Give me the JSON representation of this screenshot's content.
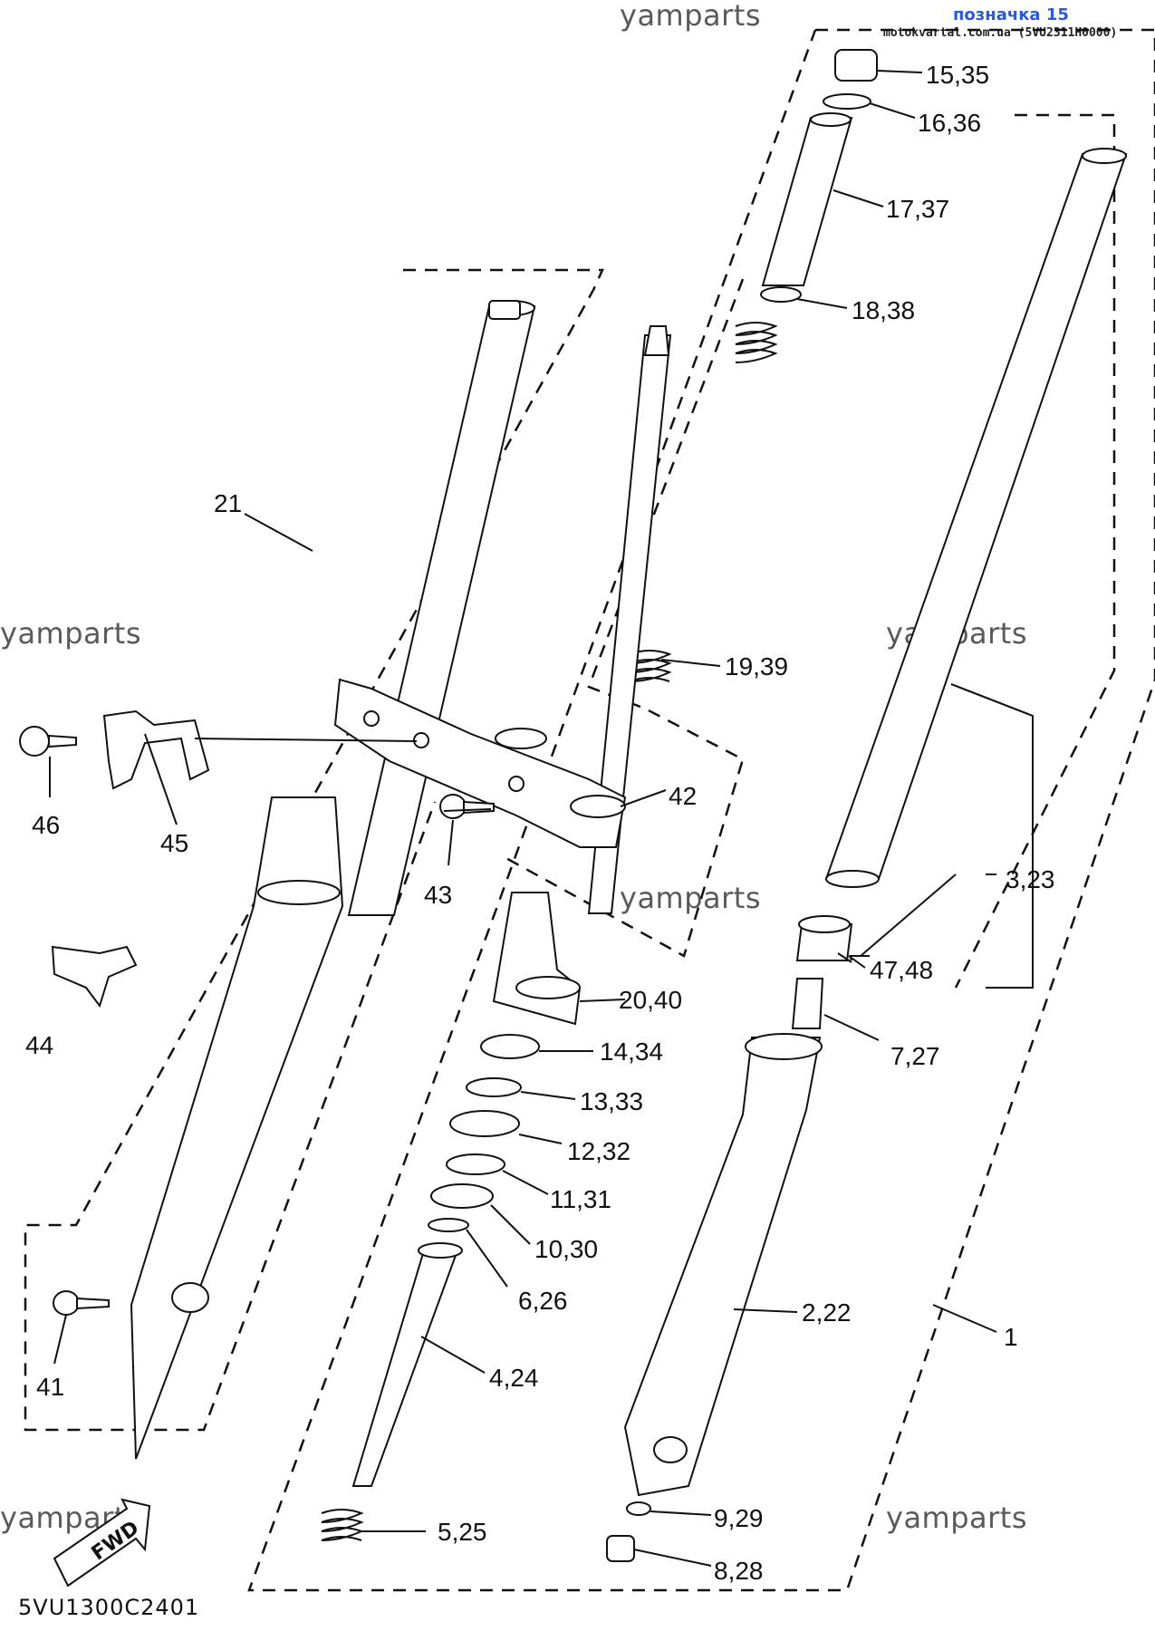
{
  "header": {
    "tag": "позначка 15",
    "source": "motokvartal.com.ua (5VU2311H0000)"
  },
  "watermarks": [
    "yamparts",
    "yamparts",
    "yamparts",
    "yamparts",
    "yamparts",
    "yamparts"
  ],
  "drawing_code": "5VU1300C2401",
  "fwd": "FWD",
  "callouts": [
    "15,35",
    "16,36",
    "17,37",
    "18,38",
    "19,39",
    "21",
    "42",
    "43",
    "46",
    "45",
    "44",
    "3,23",
    "47,48",
    "20,40",
    "7,27",
    "14,34",
    "13,33",
    "12,32",
    "11,31",
    "10,30",
    "6,26",
    "2,22",
    "1",
    "41",
    "4,24",
    "5,25",
    "9,29",
    "8,28"
  ]
}
